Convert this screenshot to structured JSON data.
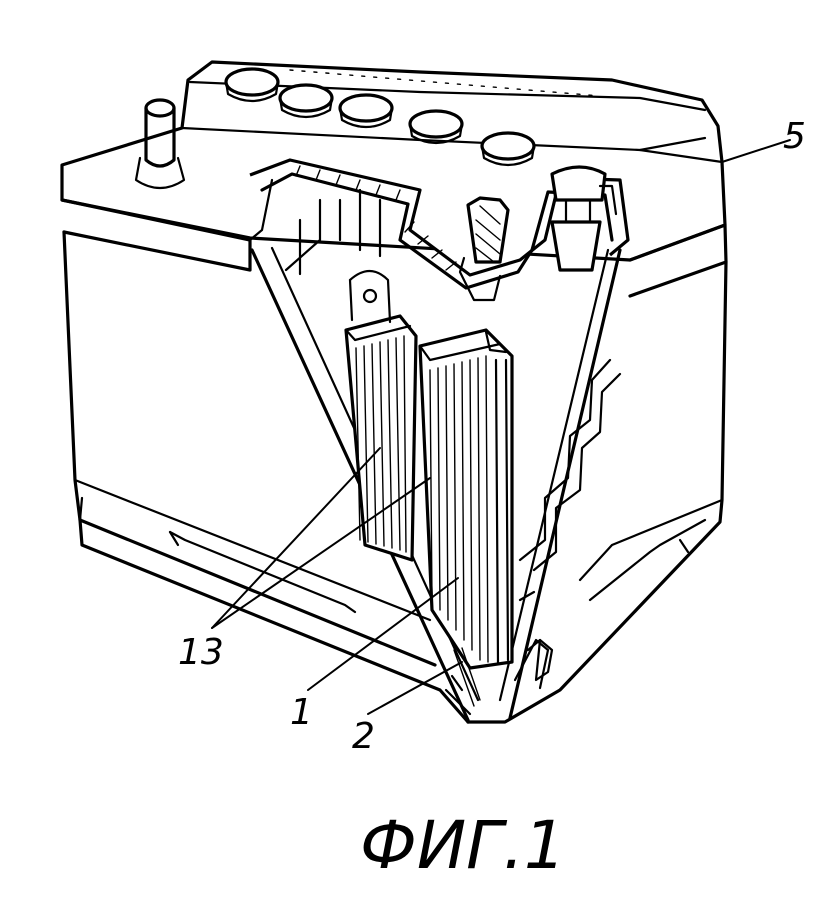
{
  "diagram": {
    "labels": [
      {
        "id": "label-5",
        "text": "5"
      },
      {
        "id": "label-13",
        "text": "13"
      },
      {
        "id": "label-1",
        "text": "1"
      },
      {
        "id": "label-2",
        "text": "2"
      }
    ],
    "caption": "ФИГ.1"
  },
  "colors": {
    "ink": "#000000",
    "paper": "#ffffff"
  }
}
